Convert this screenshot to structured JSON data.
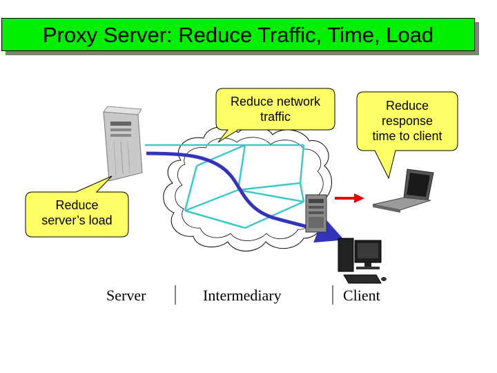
{
  "title": "Proxy Server: Reduce Traffic, Time, Load",
  "callouts": {
    "network": [
      "Reduce network",
      "traffic"
    ],
    "response": [
      "Reduce",
      "response",
      "time to client"
    ],
    "server_load": [
      "Reduce",
      "server’s load"
    ]
  },
  "labels": {
    "server": "Server",
    "intermediary": "Intermediary",
    "client": "Client"
  },
  "colors": {
    "title_bg": "#00ee00",
    "callout_bg": "#ffff66",
    "network_links": "#3cc8c8",
    "request_path": "#3333bb",
    "response_arrow": "#ee0000"
  },
  "icons": [
    "server-tower-icon",
    "proxy-server-icon",
    "laptop-icon",
    "desktop-computer-icon",
    "cloud-icon"
  ]
}
